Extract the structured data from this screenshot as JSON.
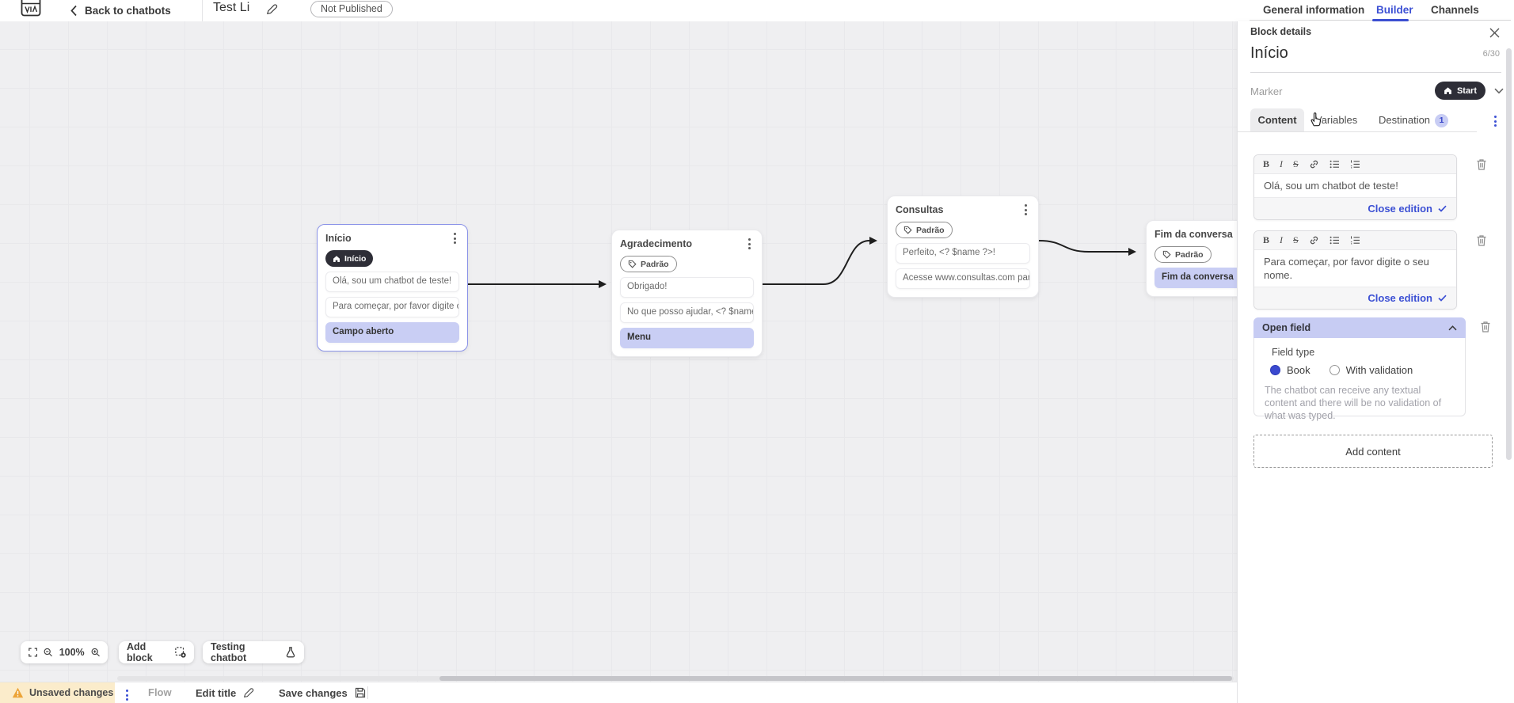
{
  "topbar": {
    "back_label": "Back to chatbots",
    "bot_title": "Test Li",
    "status_badge": "Not Published",
    "tabs": [
      {
        "label": "General information",
        "active": false
      },
      {
        "label": "Builder",
        "active": true
      },
      {
        "label": "Channels",
        "active": false
      }
    ]
  },
  "canvas": {
    "blocks": [
      {
        "title": "Início",
        "marker": "Início",
        "rows": [
          {
            "text": "Olá, sou um chatbot de teste!",
            "highlight": false
          },
          {
            "text": "Para começar, por favor digite o ...",
            "highlight": false
          },
          {
            "text": "Campo aberto",
            "highlight": true
          }
        ]
      },
      {
        "title": "Agradecimento",
        "marker": "Padrão",
        "rows": [
          {
            "text": "Obrigado!",
            "highlight": false
          },
          {
            "text": "No que posso ajudar, <? $name ...",
            "highlight": false
          },
          {
            "text": "Menu",
            "highlight": true
          }
        ]
      },
      {
        "title": "Consultas",
        "marker": "Padrão",
        "rows": [
          {
            "text": "Perfeito, <? $name ?>!",
            "highlight": false
          },
          {
            "text": "Acesse www.consultas.com par...",
            "highlight": false
          }
        ]
      },
      {
        "title": "Fim da conversa",
        "marker": "Padrão",
        "rows": [
          {
            "text": "Fim da conversa",
            "highlight": true
          }
        ]
      }
    ],
    "zoom_level": "100%",
    "add_block_label": "Add block",
    "testing_chatbot_label": "Testing chatbot"
  },
  "panel": {
    "header_title": "Block details",
    "name_value": "Início",
    "name_counter": "6/30",
    "marker_label": "Marker",
    "marker_value": "Start",
    "tabs": [
      {
        "label": "Content",
        "active": true
      },
      {
        "label": "Variables",
        "active": false
      },
      {
        "label": "Destination",
        "active": false,
        "badge": "1"
      }
    ],
    "editor_toolbar": {
      "bold": "B",
      "italic": "I",
      "strike": "S"
    },
    "editors": [
      {
        "text": "Olá, sou um chatbot de teste!",
        "close_label": "Close edition"
      },
      {
        "text": "Para começar, por favor digite o seu nome.",
        "close_label": "Close edition"
      }
    ],
    "open_field": {
      "title": "Open field",
      "field_type_label": "Field type",
      "options": [
        {
          "label": "Book",
          "selected": true
        },
        {
          "label": "With validation",
          "selected": false
        }
      ],
      "description": "The chatbot can receive any textual content and there will be no validation of what was typed."
    },
    "add_content_label": "Add content"
  },
  "bottombar": {
    "unsaved_label": "Unsaved changes",
    "flow_label": "Flow",
    "edit_title_label": "Edit title",
    "save_label": "Save changes"
  },
  "colors": {
    "accent_blue": "#3c50d4",
    "lavender": "#c9cef4",
    "dark_pill": "#2e2e37",
    "canvas_bg": "#efeff1",
    "warning_bg": "#fbeccb",
    "warning_icon": "#eca437"
  }
}
